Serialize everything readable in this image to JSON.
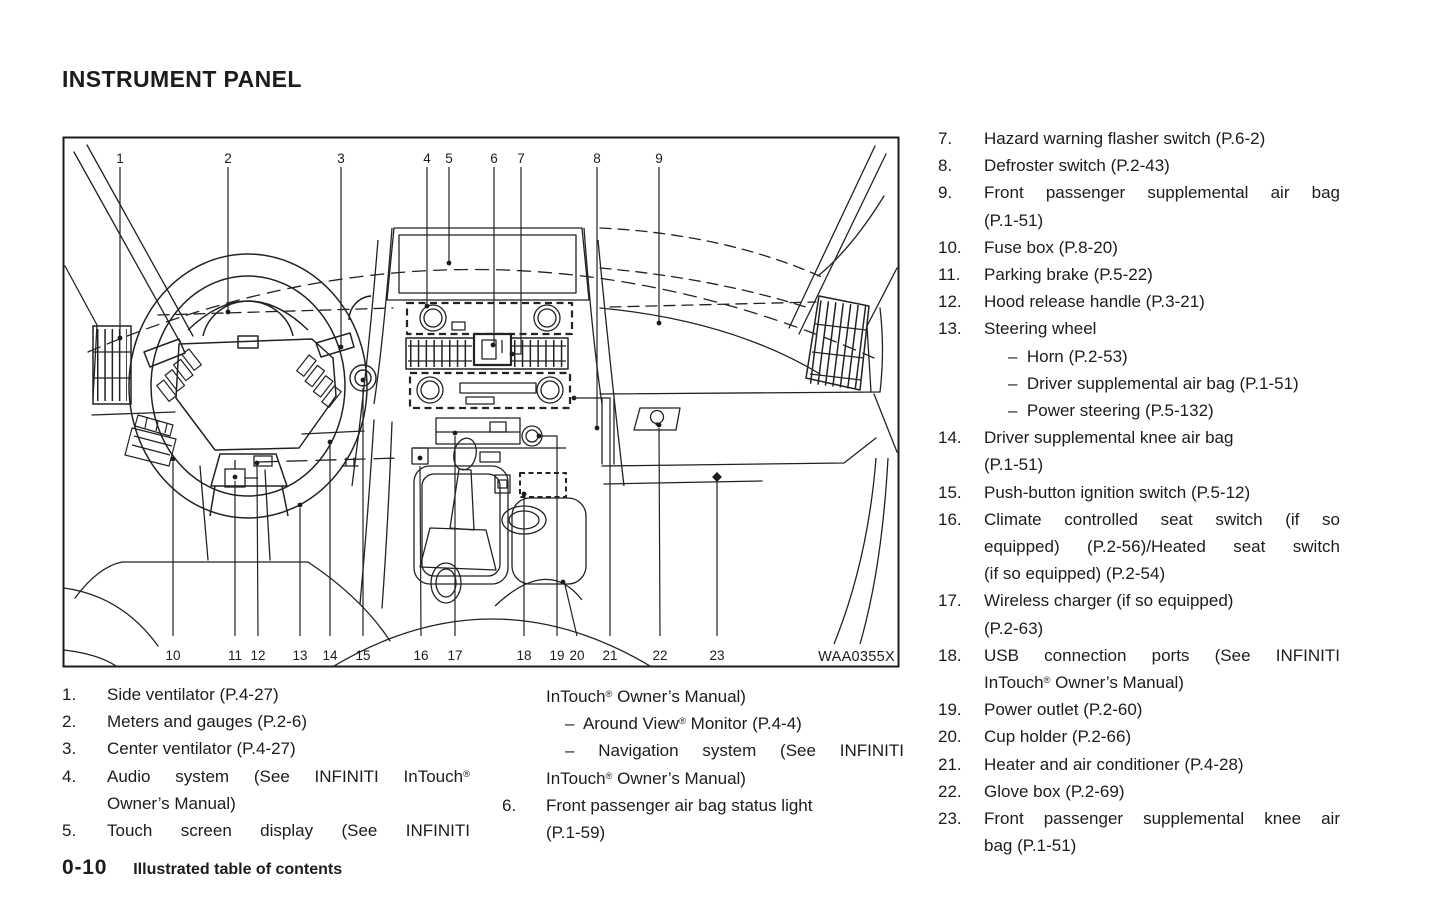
{
  "page": {
    "title": "INSTRUMENT PANEL",
    "footer": {
      "page_number": "0-10",
      "section_title": "Illustrated table of contents"
    }
  },
  "figure": {
    "image_code": "WAA0355X",
    "top_callouts": [
      "1",
      "2",
      "3",
      "4",
      "5",
      "6",
      "7",
      "8",
      "9"
    ],
    "bottom_callouts": [
      "10",
      "11",
      "12",
      "13",
      "14",
      "15",
      "16",
      "17",
      "18",
      "19",
      "20",
      "21",
      "22",
      "23"
    ]
  },
  "legend_left": [
    {
      "num": "1.",
      "lines": [
        "Side ventilator (P.4-27)"
      ]
    },
    {
      "num": "2.",
      "lines": [
        "Meters and gauges (P.2-6)"
      ]
    },
    {
      "num": "3.",
      "lines": [
        "Center ventilator (P.4-27)"
      ]
    },
    {
      "num": "4.",
      "lines": [
        "Audio system (See INFINITI InTouch®",
        "Owner’s Manual)"
      ]
    },
    {
      "num": "5.",
      "lines": [
        "Touch screen display (See INFINITI"
      ]
    }
  ],
  "legend_middle": [
    {
      "num": "",
      "lines": [
        "InTouch® Owner’s Manual)"
      ]
    },
    {
      "num": "",
      "sub": true,
      "lines": [
        "–  Around View® Monitor (P.4-4)"
      ]
    },
    {
      "num": "",
      "sub": true,
      "lines": [
        "– Navigation system (See INFINITI",
        "InTouch® Owner’s Manual)"
      ]
    },
    {
      "num": "6.",
      "lines": [
        "Front passenger air bag status light",
        "(P.1-59)"
      ]
    }
  ],
  "legend_right": [
    {
      "num": "7.",
      "lines": [
        "Hazard warning flasher switch (P.6-2)"
      ]
    },
    {
      "num": "8.",
      "lines": [
        "Defroster switch (P.2-43)"
      ]
    },
    {
      "num": "9.",
      "lines": [
        "Front passenger supplemental air bag",
        "(P.1-51)"
      ]
    },
    {
      "num": "10.",
      "lines": [
        "Fuse box (P.8-20)"
      ]
    },
    {
      "num": "11.",
      "lines": [
        "Parking brake (P.5-22)"
      ]
    },
    {
      "num": "12.",
      "lines": [
        "Hood release handle (P.3-21)"
      ]
    },
    {
      "num": "13.",
      "lines": [
        "Steering wheel"
      ]
    },
    {
      "num": "",
      "sub": true,
      "lines": [
        "–  Horn (P.2-53)"
      ]
    },
    {
      "num": "",
      "sub": true,
      "lines": [
        "–  Driver supplemental air bag (P.1-51)"
      ]
    },
    {
      "num": "",
      "sub": true,
      "lines": [
        "–  Power steering (P.5-132)"
      ]
    },
    {
      "num": "14.",
      "lines": [
        "Driver supplemental knee air bag",
        "(P.1-51)"
      ]
    },
    {
      "num": "15.",
      "lines": [
        "Push-button ignition switch (P.5-12)"
      ]
    },
    {
      "num": "16.",
      "lines": [
        "Climate controlled seat switch (if so",
        "equipped) (P.2-56)/Heated seat switch",
        "(if so equipped) (P.2-54)"
      ]
    },
    {
      "num": "17.",
      "lines": [
        "Wireless charger (if so equipped)",
        "(P.2-63)"
      ]
    },
    {
      "num": "18.",
      "lines": [
        "USB connection ports (See INFINITI",
        "InTouch® Owner’s Manual)"
      ]
    },
    {
      "num": "19.",
      "lines": [
        "Power outlet (P.2-60)"
      ]
    },
    {
      "num": "20.",
      "lines": [
        "Cup holder (P.2-66)"
      ]
    },
    {
      "num": "21.",
      "lines": [
        "Heater and air conditioner (P.4-28)"
      ]
    },
    {
      "num": "22.",
      "lines": [
        "Glove box (P.2-69)"
      ]
    },
    {
      "num": "23.",
      "lines": [
        "Front passenger supplemental knee air",
        "bag (P.1-51)"
      ]
    }
  ],
  "colors": {
    "ink": "#1c1c1c",
    "paper": "#ffffff"
  }
}
